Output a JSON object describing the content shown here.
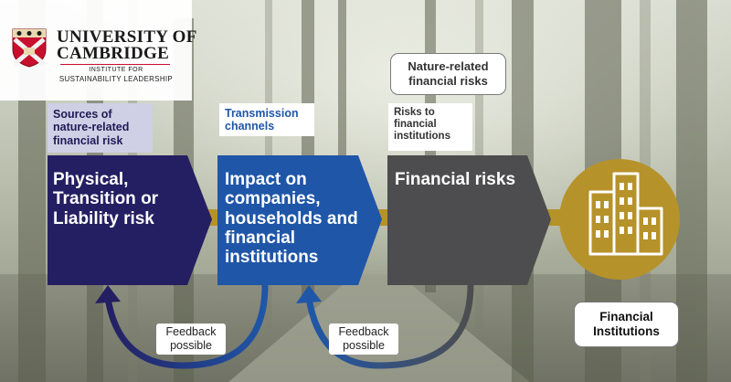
{
  "logo": {
    "line1": "UNIVERSITY OF",
    "line2": "CAMBRIDGE",
    "institute_line1": "INSTITUTE FOR",
    "institute_line2": "SUSTAINABILITY LEADERSHIP"
  },
  "labels": {
    "sources": "Sources of nature-related financial risk",
    "transmission": "Transmission channels",
    "risks_to_institutions": "Risks to financial institutions",
    "nature_related_risks": "Nature-related financial risks",
    "financial_institutions": "Financial Institutions"
  },
  "arrows": [
    {
      "text": "Physical, Transition or Liability risk",
      "color": "#241f62"
    },
    {
      "text": "Impact on companies, households and financial institutions",
      "color": "#1f56a8"
    },
    {
      "text": "Financial risks",
      "color": "#4d4d4f"
    }
  ],
  "feedback": [
    {
      "text": "Feedback possible"
    },
    {
      "text": "Feedback possible"
    }
  ],
  "icons": {
    "crest": "university-crest-icon",
    "buildings": "buildings-icon"
  },
  "colors": {
    "gold": "#b6922a",
    "navy": "#241f62",
    "blue": "#1f56a8",
    "grey": "#4d4d4f"
  }
}
